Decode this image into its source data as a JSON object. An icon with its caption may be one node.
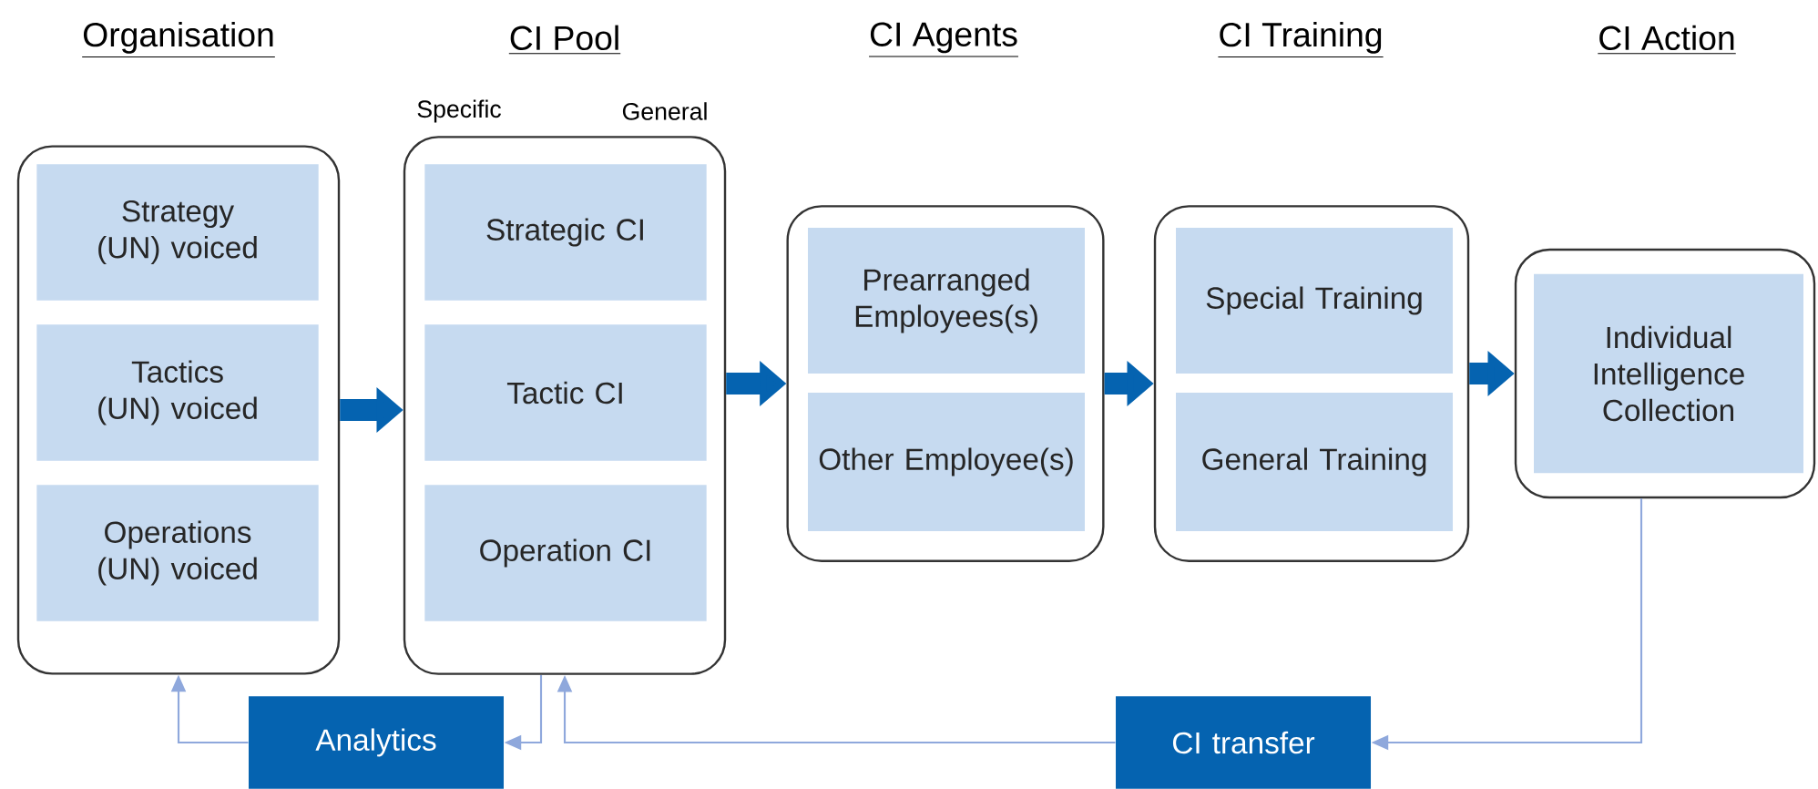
{
  "diagram": {
    "nodes": [
      {
        "text": [
          "Organisation"
        ]
      },
      {
        "text": [
          "Strategy (UN) voiced"
        ],
        "in": 0
      },
      {
        "text": [
          "Tactics (UN) voiced"
        ],
        "in": 0
      },
      {
        "text": [
          "Operations (UN) voiced"
        ],
        "in": 0
      },
      {
        "text": [
          "CI Pool"
        ]
      },
      {
        "text": [
          "Strategic CI"
        ],
        "in": 4
      },
      {
        "text": [
          "Tactic CI"
        ],
        "in": 4
      },
      {
        "text": [
          "Operation CI"
        ],
        "in": 4
      },
      {
        "text": [
          "CI Agents"
        ]
      },
      {
        "text": [
          "Prearranged Employees(s)"
        ],
        "in": 8
      },
      {
        "text": [
          "Other Employee(s)"
        ],
        "in": 8
      },
      {
        "text": [
          "CI Training"
        ]
      },
      {
        "text": [
          "Special Training"
        ],
        "in": 11
      },
      {
        "text": [
          "General Training"
        ],
        "in": 11
      },
      {
        "text": [
          "CI Action"
        ]
      },
      {
        "text": [
          "Individual Intelligence Collection"
        ],
        "in": 14
      },
      {
        "text": [
          "Analytics"
        ]
      },
      {
        "text": [
          "CI transfer"
        ]
      }
    ],
    "edges": [
      {
        "from": 0,
        "to": 4,
        "arrow": "to",
        "style": "thick",
        "color": "#0563b0"
      },
      {
        "from": 4,
        "to": 8,
        "arrow": "to",
        "style": "thick",
        "color": "#0563b0"
      },
      {
        "from": 8,
        "to": 11,
        "arrow": "to",
        "style": "thick",
        "color": "#0563b0"
      },
      {
        "from": 11,
        "to": 14,
        "arrow": "to",
        "style": "thick",
        "color": "#0563b0"
      },
      {
        "from": 14,
        "to": 17,
        "arrow": "to",
        "color": "#8fa8dc"
      },
      {
        "from": 17,
        "to": 4,
        "arrow": "to",
        "color": "#8fa8dc"
      },
      {
        "from": 4,
        "to": 16,
        "arrow": "to",
        "color": "#8fa8dc"
      },
      {
        "from": 16,
        "to": 0,
        "arrow": "to",
        "color": "#8fa8dc"
      }
    ],
    "labels": [
      "Specific",
      "General"
    ]
  }
}
